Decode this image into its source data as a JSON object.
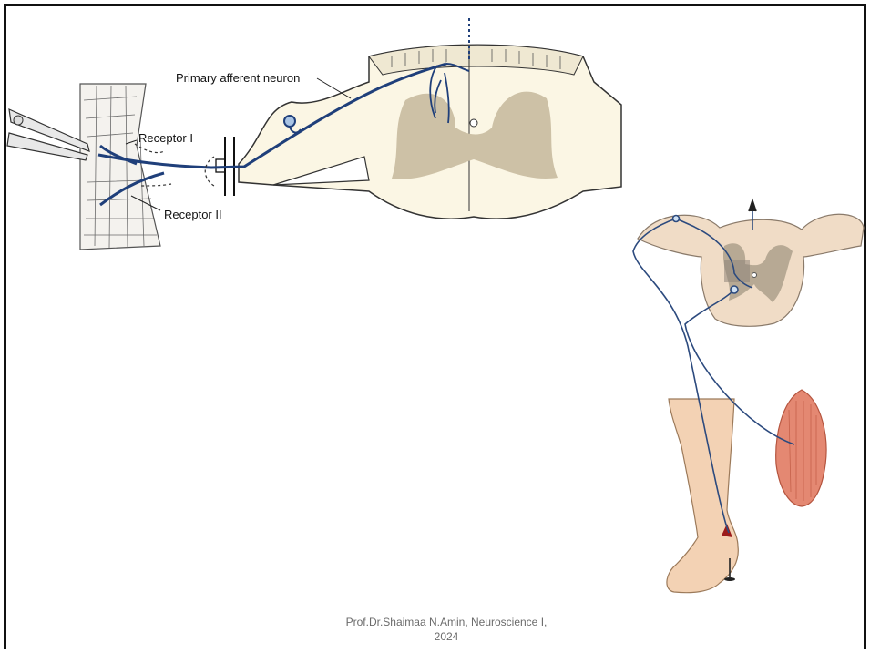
{
  "labels": {
    "primary_afferent_neuron": "Primary afferent neuron",
    "receptor_1": "Receptor I",
    "receptor_2": "Receptor II"
  },
  "footer": {
    "line1": "Prof.Dr.Shaimaa N.Amin, Neuroscience I,",
    "line2": "2024"
  },
  "colors": {
    "spinal_cord": "#fbf6e4",
    "grey_matter": "#cdc1a6",
    "neuron": "#1f3f7a",
    "skin_lines": "#444444",
    "skin_tone": "#f3d2b4",
    "muscle": "#e48872",
    "wound": "#9b1b1b"
  }
}
